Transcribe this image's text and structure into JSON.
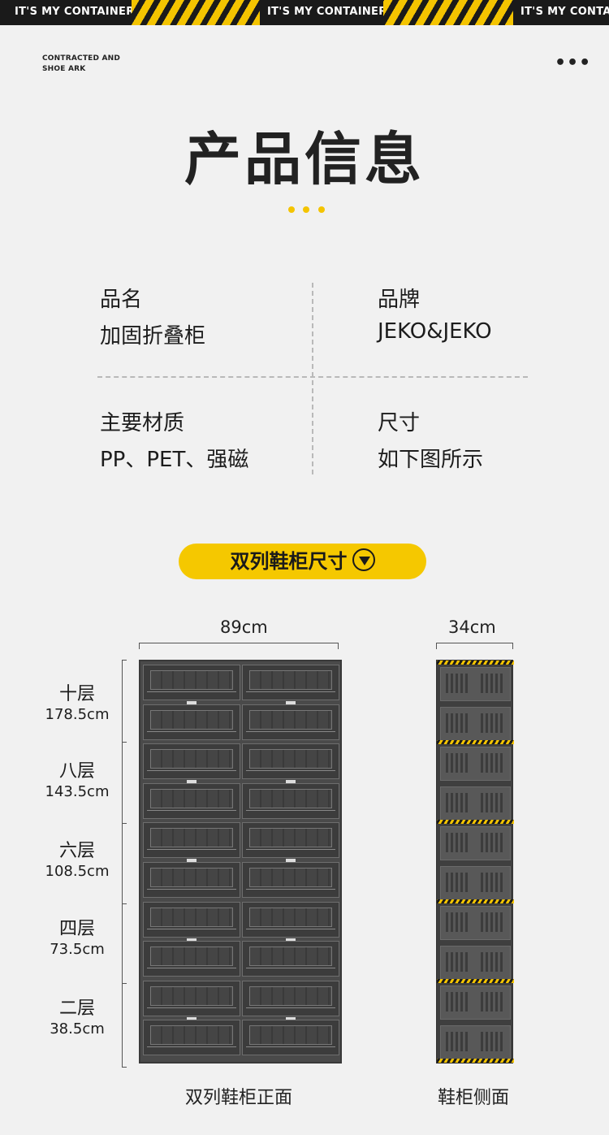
{
  "banner": {
    "text_1": "IT'S MY CONTAINER",
    "text_2": "IT'S MY CONTAINER",
    "text_3": "IT'S MY CONTAI"
  },
  "brand": {
    "line1": "CONTRACTED AND",
    "line2": "SHOE ARK"
  },
  "menu": {
    "more_label": "•••"
  },
  "header": {
    "title": "产品信息"
  },
  "info": {
    "name_label": "品名",
    "name_value": "加固折叠柜",
    "brand_label": "品牌",
    "brand_value": "JEKO&JEKO",
    "material_label": "主要材质",
    "material_value": "PP、PET、强磁",
    "size_label": "尺寸",
    "size_value": "如下图所示"
  },
  "section": {
    "pill_label": "双列鞋柜尺寸"
  },
  "dimensions": {
    "front_width": "89cm",
    "side_depth": "34cm"
  },
  "levels": [
    {
      "name": "十层",
      "height": "178.5cm"
    },
    {
      "name": "八层",
      "height": "143.5cm"
    },
    {
      "name": "六层",
      "height": "108.5cm"
    },
    {
      "name": "四层",
      "height": "73.5cm"
    },
    {
      "name": "二层",
      "height": "38.5cm"
    }
  ],
  "captions": {
    "front": "双列鞋柜正面",
    "side": "鞋柜侧面"
  },
  "colors": {
    "accent": "#f5c800",
    "banner_bg": "#1a1a1a",
    "page_bg": "#f1f1f1",
    "cabinet": "#3c3c3c"
  }
}
